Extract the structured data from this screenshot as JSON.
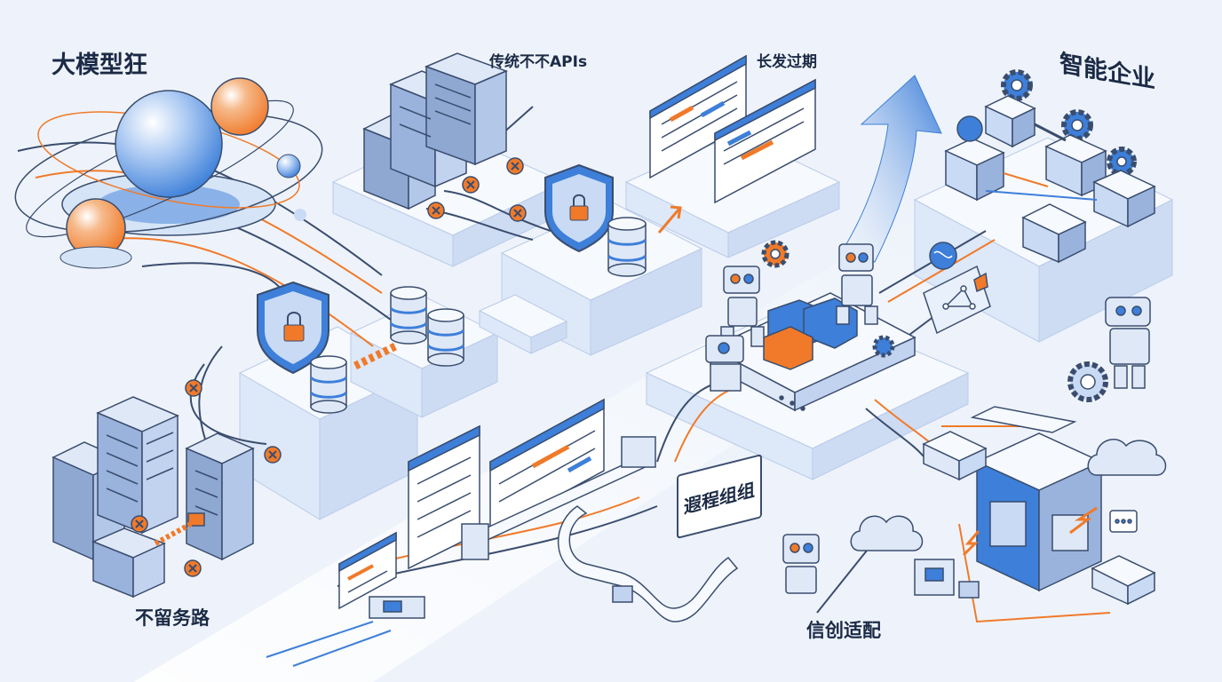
{
  "labels": {
    "llm": "大模型狂",
    "legacy_api": "传统不不APIs",
    "long_cycle": "长发过期",
    "smart_enterprise": "智能企业",
    "no_path": "不留务路",
    "process_group": "遐程组组",
    "xinchuang": "信创适配"
  },
  "colors": {
    "accent_orange": "#f07a2a",
    "primary_blue": "#3d7fd9",
    "line_navy": "#3a4d6e",
    "light_blue": "#c9daf5",
    "background": "#eef3fb"
  },
  "icons": [
    "globe-icon",
    "server-rack-icon",
    "shield-lock-icon",
    "database-icon",
    "gantt-chart-icon",
    "growth-arrow-icon",
    "robot-icon",
    "gear-icon",
    "brain-icon",
    "cloud-icon",
    "conveyor-icon",
    "network-nodes-icon",
    "error-x-icon"
  ]
}
